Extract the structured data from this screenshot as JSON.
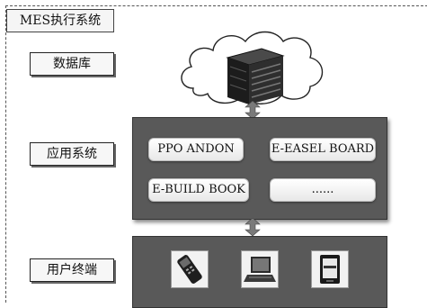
{
  "system_title": "MES执行系统",
  "layers": {
    "database": {
      "label": "数据库"
    },
    "application": {
      "label": "应用系统"
    },
    "terminal": {
      "label": "用户终端"
    }
  },
  "applications": [
    "PPO ANDON",
    "E-EASEL BOARD",
    "E-BUILD BOOK",
    "......"
  ],
  "devices": [
    "handheld-scanner-icon",
    "laptop-icon",
    "tablet-icon"
  ],
  "colors": {
    "panel": "#595959",
    "label_bg": "#f7f7f7"
  }
}
